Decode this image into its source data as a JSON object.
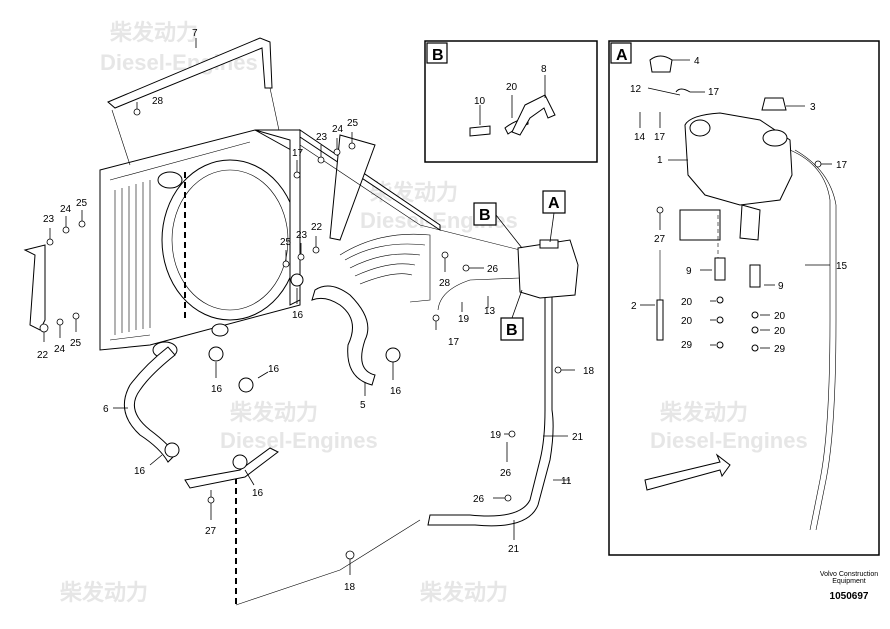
{
  "watermark": {
    "brand_cn": "柴发动力",
    "brand_en": "Diesel-Engines"
  },
  "detail_labels": {
    "B": "B",
    "A": "A"
  },
  "callouts": {
    "c7": "7",
    "c28": "28",
    "c17a": "17",
    "c23a": "23",
    "c24a": "24",
    "c25a": "25",
    "c23b": "23",
    "c24b": "24",
    "c25b": "25",
    "c25c": "25",
    "c23c": "23",
    "c22a": "22",
    "c28b": "28",
    "c26a": "26",
    "c16a": "16",
    "c16b": "16",
    "c16c": "16",
    "c16d": "16",
    "c16e": "16",
    "c16f": "16",
    "c22b": "22",
    "c24c": "24",
    "c25d": "25",
    "c19a": "19",
    "c13": "13",
    "c17b": "17",
    "c5": "5",
    "c6": "6",
    "c27a": "27",
    "c18a": "18",
    "c18b": "18",
    "c19b": "19",
    "c21a": "21",
    "c26b": "26",
    "c26c": "26",
    "c11": "11",
    "c21b": "21",
    "bB10": "10",
    "bB20": "20",
    "bB8": "8",
    "a4": "4",
    "a12": "12",
    "a17a": "17",
    "a3": "3",
    "a14": "14",
    "a17b": "17",
    "a1": "1",
    "a17c": "17",
    "a27": "27",
    "a9a": "9",
    "a9b": "9",
    "a2": "2",
    "a20a": "20",
    "a20b": "20",
    "a20c": "20",
    "a20d": "20",
    "a29a": "29",
    "a29b": "29",
    "a15": "15"
  },
  "footer": {
    "company": "Volvo Construction",
    "sub": "Equipment",
    "drawing_no": "1050697"
  }
}
